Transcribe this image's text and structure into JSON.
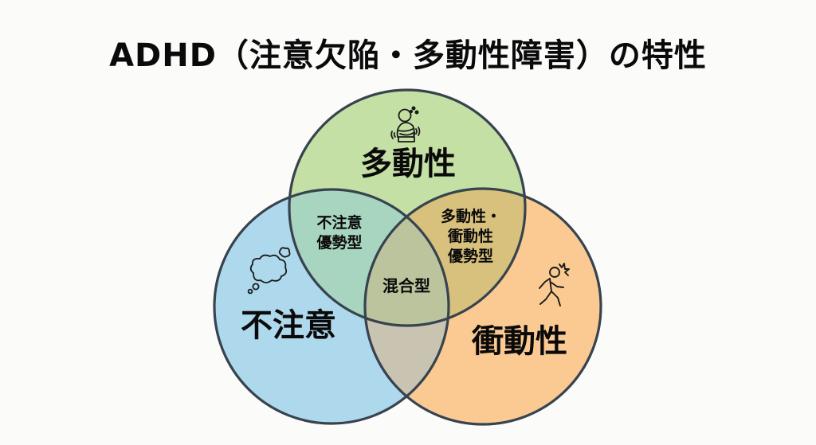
{
  "title": "ADHD（注意欠陥・多動性障害）の特性",
  "colors": {
    "background": "#fbfbfa",
    "stroke": "#37434e",
    "hyperactivity": "#c5e0a5",
    "inattention": "#aed8ec",
    "impulsivity": "#fbca92",
    "inattention_hyperactivity": "#a8d5c0",
    "hyperactivity_impulsivity": "#d8c07d",
    "inattention_impulsivity": "#c9c3b1",
    "combined": "#bcc49e"
  },
  "circles": {
    "hyperactivity": {
      "label": "多動性",
      "icon": "fidgeting-person-icon"
    },
    "inattention": {
      "label": "不注意",
      "icon": "thought-cloud-icon"
    },
    "impulsivity": {
      "label": "衝動性",
      "icon": "running-person-icon"
    }
  },
  "overlaps": {
    "inattention_hyperactivity": {
      "line1": "不注意",
      "line2": "優勢型"
    },
    "hyperactivity_impulsivity": {
      "line1": "多動性・",
      "line2": "衝動性",
      "line3": "優勢型"
    },
    "combined": {
      "label": "混合型"
    }
  }
}
